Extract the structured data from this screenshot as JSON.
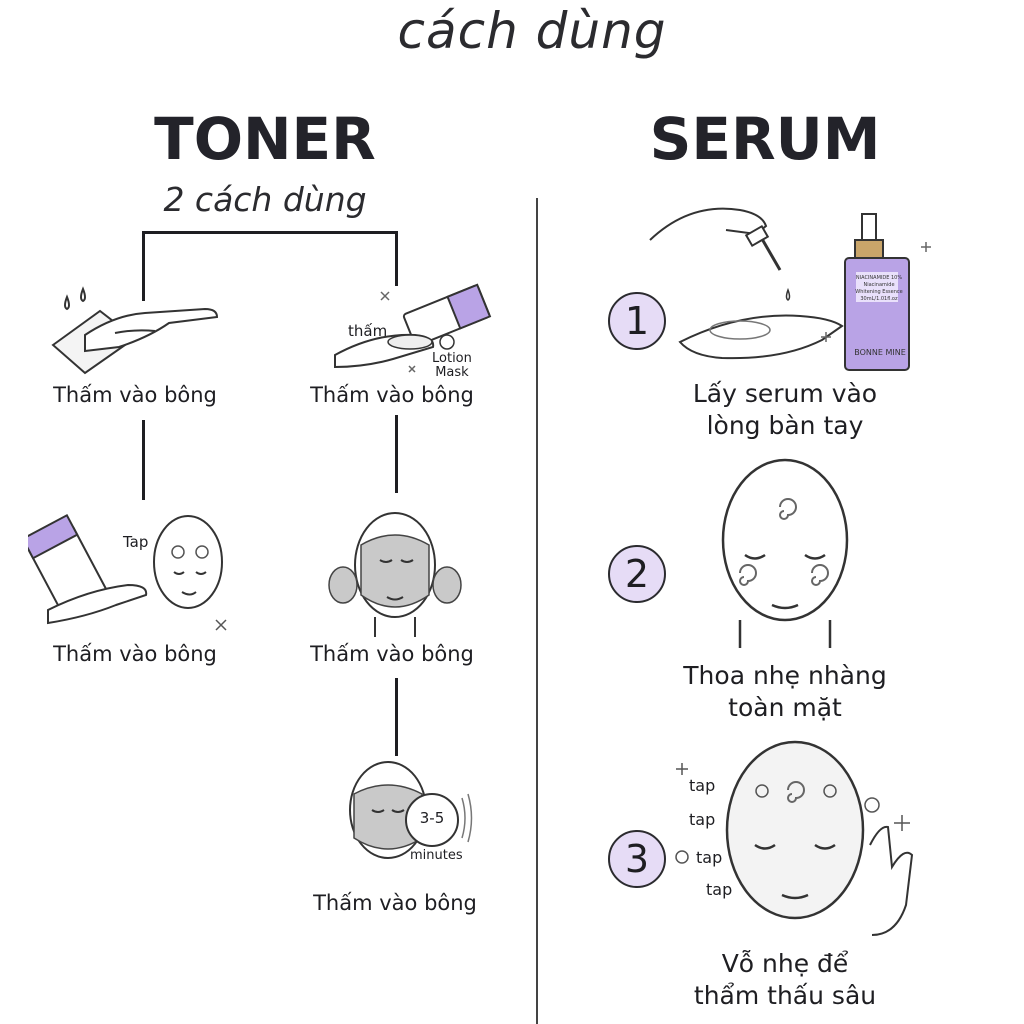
{
  "title": "cách dùng",
  "toner": {
    "heading": "TONER",
    "subtitle": "2 cách dùng",
    "left_steps": [
      {
        "label": "Thấm vào bông",
        "icon": "cotton-pad-hand-icon"
      },
      {
        "label": "Thấm vào bông",
        "icon": "tap-face-toner-icon",
        "annotation": "Tap"
      }
    ],
    "right_steps": [
      {
        "label": "Thấm vào bông",
        "icon": "lotion-mask-hand-icon",
        "annotations": [
          "thấm",
          "Lotion",
          "Mask"
        ]
      },
      {
        "label": "Thấm vào bông",
        "icon": "face-mask-apply-icon"
      },
      {
        "label": "Thấm vào bông",
        "icon": "face-mask-timer-icon",
        "annotations": [
          "3-5",
          "minutes"
        ]
      }
    ]
  },
  "serum": {
    "heading": "SERUM",
    "steps": [
      {
        "number": "1",
        "line1": "Lấy serum vào",
        "line2": "lòng bàn tay",
        "icon": "dropper-palm-icon",
        "bottle_texts": [
          "NIACINAMIDE 10%",
          "Niacinamide",
          "Whitening Essence",
          "30mL/1.01fl.oz",
          "BONNE MINE"
        ]
      },
      {
        "number": "2",
        "line1": "Thoa nhẹ nhàng",
        "line2": "toàn mặt",
        "icon": "face-swirl-icon"
      },
      {
        "number": "3",
        "line1": "Vỗ nhẹ để",
        "line2": "thẩm thấu sâu",
        "icon": "face-tap-icon",
        "annotations": [
          "tap",
          "tap",
          "tap",
          "tap"
        ]
      }
    ]
  },
  "colors": {
    "accent_lavender": "#b9a3e6",
    "badge_fill": "#e6dcf6",
    "ink": "#1e1e22"
  }
}
